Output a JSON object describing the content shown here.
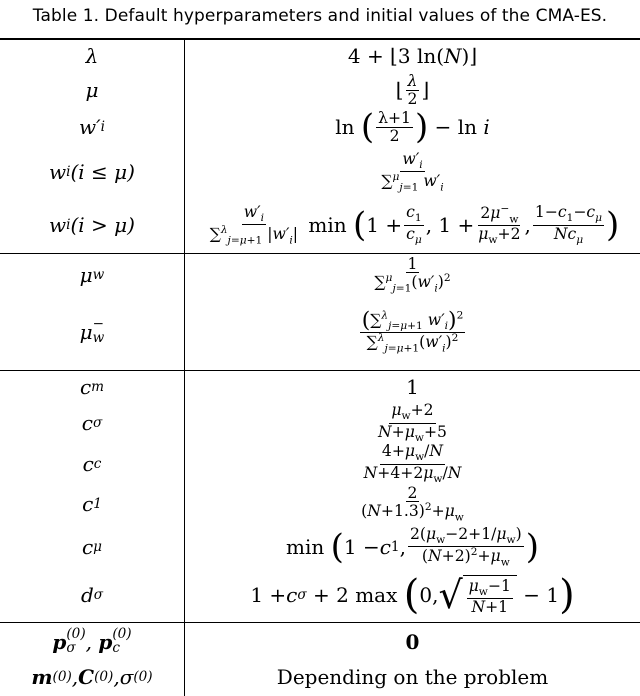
{
  "caption": "Table 1.  Default hyperparameters and initial values of the CMA-ES.",
  "rows": {
    "lambda": {
      "param": "λ",
      "value_prefix": "4 + ⌊3 ln(",
      "value_var": "N",
      "value_suffix": ")⌋"
    },
    "mu": {
      "param": "μ"
    },
    "w_prime": {
      "param": "w′",
      "param_sub": "i",
      "ln": "ln",
      "minus_ln": "− ln",
      "var_i": "i",
      "num": "λ+1",
      "den": "2"
    },
    "w_le": {
      "param": "w",
      "param_sub": "i",
      "cond": "(i ≤ μ)"
    },
    "w_gt": {
      "param": "w",
      "param_sub": "i",
      "cond": "(i > μ)",
      "min": "min"
    },
    "mu_w": {
      "param": "μ",
      "param_sub": "w",
      "num": "1"
    },
    "mu_w_minus": {
      "param": "μ",
      "param_sub": "w",
      "param_sup": "−"
    },
    "c_m": {
      "param": "c",
      "param_sub": "m",
      "value": "1"
    },
    "c_sigma": {
      "param": "c",
      "param_sub": "σ"
    },
    "c_c": {
      "param": "c",
      "param_sub": "c"
    },
    "c_1": {
      "param": "c",
      "param_sub": "1",
      "num": "2"
    },
    "c_mu": {
      "param": "c",
      "param_sub": "μ",
      "min": "min"
    },
    "d_sigma": {
      "param": "d",
      "param_sub": "σ",
      "max": "max"
    },
    "p_init": {
      "value": "0"
    },
    "m_init": {
      "value": "Depending on the problem"
    }
  }
}
